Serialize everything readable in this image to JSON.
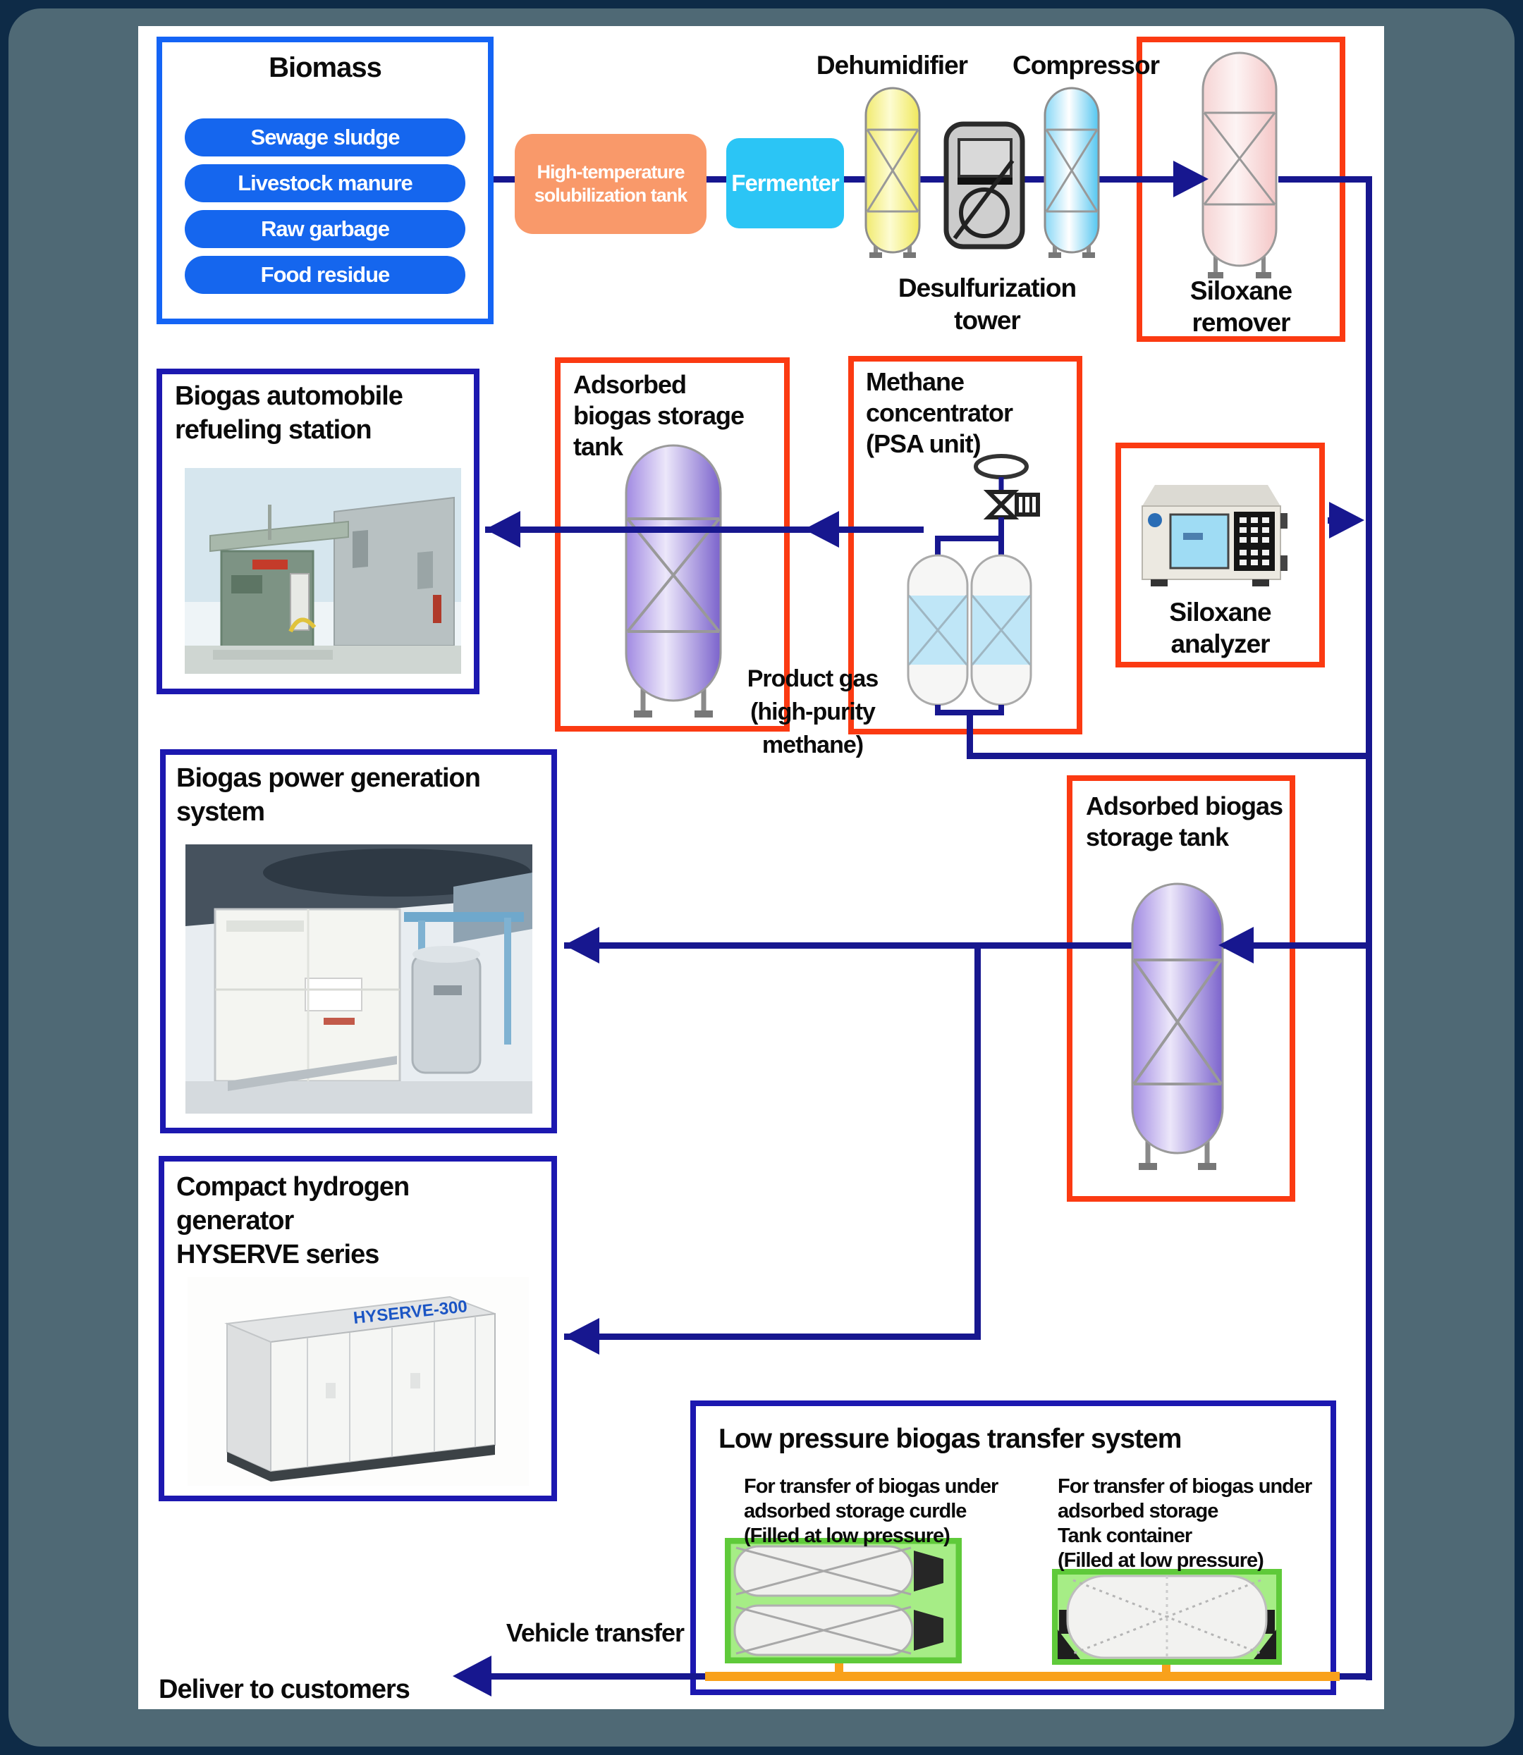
{
  "colors": {
    "flow_line": "#17178f",
    "orange_border": "#fb3a12",
    "blue_border": "#1464f5",
    "navy_border": "#1c18b0",
    "transfer_line": "#f9a11b",
    "green_frame": "#5fca3a",
    "pill_blue": "#1566ee",
    "solubilization_fill": "#f9996a",
    "fermenter_fill": "#2bc5f5"
  },
  "biomass": {
    "title": "Biomass",
    "items": [
      "Sewage sludge",
      "Livestock manure",
      "Raw garbage",
      "Food residue"
    ]
  },
  "top_row": {
    "solubilization_tank": "High-temperature\nsolubilization tank",
    "fermenter": "Fermenter",
    "dehumidifier": "Dehumidifier",
    "compressor": "Compressor",
    "desulfurization_tower": "Desulfurization\ntower",
    "siloxane_remover": "Siloxane\nremover"
  },
  "middle": {
    "refueling_station": "Biogas automobile\nrefueling station",
    "adsorbed_tank_1": "Adsorbed\nbiogas storage\ntank",
    "methane_concentrator": "Methane\nconcentrator\n(PSA unit)",
    "product_gas": "Product gas\n(high-purity\nmethane)",
    "siloxane_analyzer": "Siloxane\nanalyzer"
  },
  "lower": {
    "power_generation": "Biogas power generation\nsystem",
    "adsorbed_tank_2": "Adsorbed biogas\nstorage tank",
    "hydrogen_generator": "Compact hydrogen\ngenerator\nHYSERVE series",
    "hyserve_badge": "HYSERVE-300"
  },
  "bottom": {
    "low_pressure_title": "Low pressure biogas transfer system",
    "curdle_caption": "For transfer of biogas under\nadsorbed storage curdle\n(Filled at low pressure)",
    "container_caption": "For transfer of biogas under\nadsorbed storage\nTank container\n(Filled at low pressure)",
    "vehicle_transfer": "Vehicle transfer",
    "deliver": "Deliver to customers"
  }
}
